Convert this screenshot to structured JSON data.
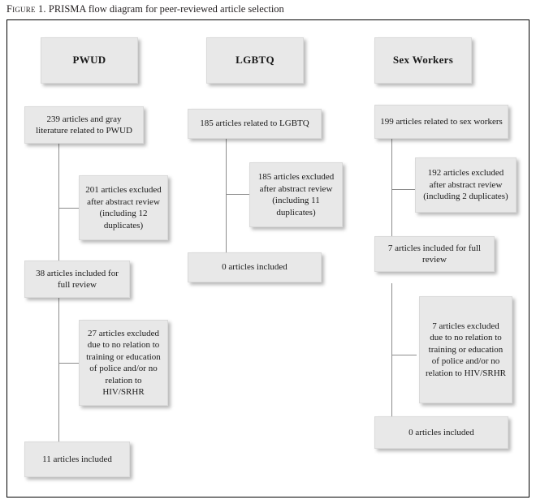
{
  "caption": {
    "label": "Figure 1.",
    "text": "PRISMA flow diagram for peer-reviewed article selection",
    "full": "Figure 1. PRISMA flow diagram for peer-reviewed article selection"
  },
  "colors": {
    "box_fill": "#e8e8e8",
    "box_border": "#d9d9d9",
    "panel_border": "#000000",
    "connector": "#8c8c8c",
    "text": "#1a1a1a",
    "page_background": "#ffffff"
  },
  "columns": [
    {
      "key": "pwud",
      "header": "PWUD",
      "nodes": [
        {
          "key": "identified",
          "text": "239 articles and gray literature related to PWUD"
        },
        {
          "key": "excluded-abstract",
          "text": "201 articles excluded after abstract review (including 12 duplicates)"
        },
        {
          "key": "included-full-review",
          "text": "38 articles included for full review"
        },
        {
          "key": "excluded-full-review",
          "text": "27 articles excluded due to no relation to training or education of police and/or no relation to HIV/SRHR"
        },
        {
          "key": "included-final",
          "text": "11 articles included"
        }
      ]
    },
    {
      "key": "lgbtq",
      "header": "LGBTQ",
      "nodes": [
        {
          "key": "identified",
          "text": "185 articles related to LGBTQ"
        },
        {
          "key": "excluded-abstract",
          "text": "185 articles excluded after abstract review (including 11 duplicates)"
        },
        {
          "key": "included-final",
          "text": "0 articles included"
        }
      ]
    },
    {
      "key": "sex-workers",
      "header": "Sex Workers",
      "nodes": [
        {
          "key": "identified",
          "text": "199 articles related to sex workers"
        },
        {
          "key": "excluded-abstract",
          "text": "192 articles excluded after abstract review (including 2 duplicates)"
        },
        {
          "key": "included-full-review",
          "text": "7 articles included for full review"
        },
        {
          "key": "excluded-full-review",
          "text": "7 articles excluded due to no relation to training or education of police and/or no relation to HIV/SRHR"
        },
        {
          "key": "included-final",
          "text": "0 articles included"
        }
      ]
    }
  ]
}
